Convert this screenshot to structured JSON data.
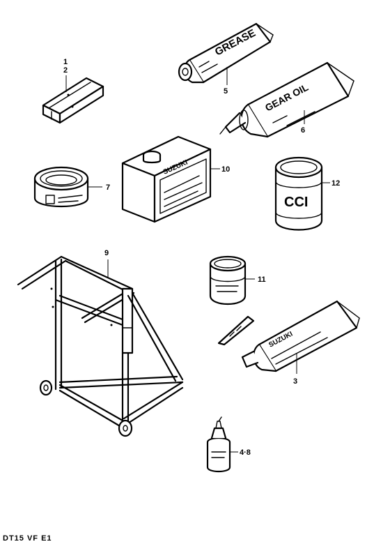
{
  "diagram": {
    "footer_code": "DT15 VF E1",
    "callouts": {
      "c1": "1",
      "c2": "2",
      "c3": "3",
      "c48": "4·8",
      "c5": "5",
      "c6": "6",
      "c7": "7",
      "c9": "9",
      "c10": "10",
      "c11": "11",
      "c12": "12"
    },
    "labels": {
      "grease_tube": "GREASE",
      "gear_oil_tube": "GEAR OIL",
      "can_brand": "SUZUKI",
      "tin_brand": "CCI",
      "sealant_brand": "SUZUKI"
    }
  }
}
